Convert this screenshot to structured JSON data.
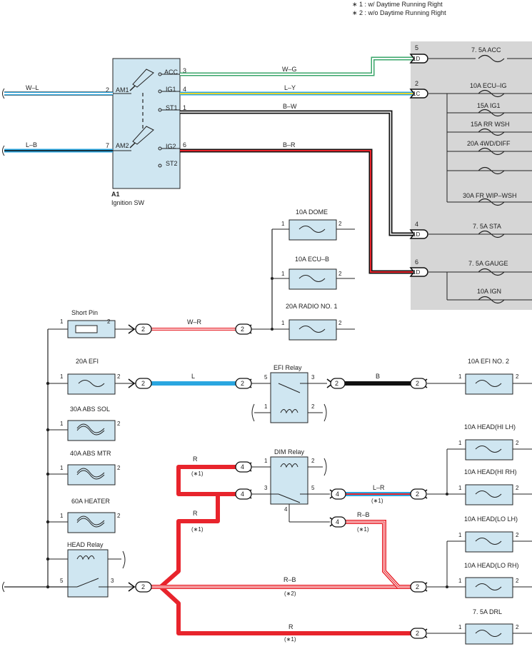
{
  "notes": {
    "note1": "∗ 1 : w/ Daytime Running Right",
    "note2": "∗ 2 : w/o Daytime Running Right"
  },
  "switch": {
    "id": "A1",
    "name": "Ignition SW",
    "am1": "AM1",
    "am2": "AM2",
    "acc": "ACC",
    "ig1": "IG1",
    "st1": "ST1",
    "ig2": "IG2",
    "st2": "ST2",
    "pin_am1": "2",
    "pin_am2": "7",
    "pin_acc": "3",
    "pin_ig1": "4",
    "pin_st1": "1",
    "pin_ig2": "6"
  },
  "wires": {
    "wl": "W–L",
    "lb": "L–B",
    "wg": "W–G",
    "ly": "L–Y",
    "bw": "B–W",
    "br": "B–R",
    "wr": "W–R",
    "l": "L",
    "b": "B",
    "r": "R",
    "lr": "L–R",
    "rb": "R–B"
  },
  "marks": {
    "s1": "(∗1)",
    "s2": "(∗2)"
  },
  "junction": {
    "p5": "5",
    "p2": "2",
    "p4": "4",
    "p6": "6",
    "c1d": "1D",
    "c1c": "1C",
    "acc": "7. 5A ACC",
    "ecuig": "10A ECU–IG",
    "ig1": "15A IG1",
    "rrwsh": "15A RR WSH",
    "diff": "20A 4WD/DIFF",
    "frwip": "30A FR WIP–WSH",
    "sta": "7. 5A STA",
    "gauge": "7. 5A GAUGE",
    "ign": "10A IGN"
  },
  "fuses": {
    "dome": "10A DOME",
    "ecub": "10A ECU–B",
    "radio": "20A RADIO NO. 1",
    "shortpin": "Short Pin",
    "efi": "20A EFI",
    "abssol": "30A ABS SOL",
    "absmtr": "40A ABS MTR",
    "heater": "60A HEATER",
    "headrelay": "HEAD Relay",
    "efirelay": "EFI Relay",
    "dimrelay": "DIM Relay",
    "efi2": "10A EFI NO. 2",
    "hihl": "10A HEAD(HI LH)",
    "hirh": "10A HEAD(HI RH)",
    "lolh": "10A HEAD(LO LH)",
    "lorh": "10A HEAD(LO RH)",
    "drl": "7. 5A DRL"
  },
  "pins": {
    "one": "1",
    "two": "2",
    "three": "3",
    "four": "4",
    "five": "5"
  },
  "colors": {
    "box": "#cfe6f1",
    "junction": "#d6d6d6",
    "red": "#e8242c",
    "blue": "#2aa6e0",
    "green": "#3aa66a",
    "yellow": "#e8d630",
    "black": "#111111"
  }
}
